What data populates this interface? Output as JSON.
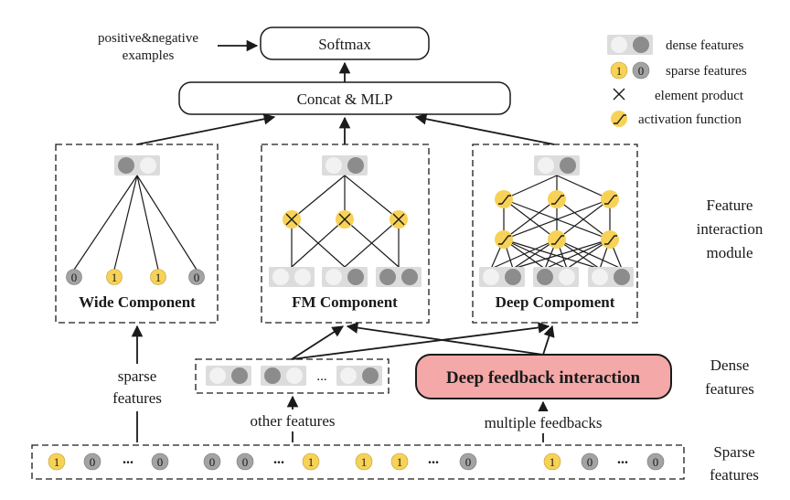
{
  "top": {
    "softmax": "Softmax",
    "concat": "Concat & MLP",
    "examples_line1": "positive&negative",
    "examples_line2": "examples"
  },
  "legend": [
    {
      "icon": "dense-pair-icon",
      "label": "dense features"
    },
    {
      "icon": "sparse-pair-icon",
      "label": "sparse features",
      "one": "1",
      "zero": "0"
    },
    {
      "icon": "element-product-icon",
      "label": "element product"
    },
    {
      "icon": "activation-function-icon",
      "label": "activation function"
    }
  ],
  "components": {
    "wide": {
      "label": "Wide Component",
      "inputs": [
        "0",
        "1",
        "1",
        "0"
      ]
    },
    "fm": {
      "label": "FM Component"
    },
    "deep": {
      "label": "Deep Compoment"
    }
  },
  "side_labels": {
    "feature_interaction": [
      "Feature",
      "interaction",
      "module"
    ],
    "dense": [
      "Dense",
      "features"
    ],
    "sparse": [
      "Sparse",
      "features"
    ]
  },
  "dense_row": {
    "ellipsis": "..."
  },
  "feedback": {
    "label": "Deep feedback interaction"
  },
  "flows": {
    "sparse_features": [
      "sparse",
      "features"
    ],
    "other_features": "other features",
    "multiple_feedbacks": "multiple feedbacks"
  },
  "sparse_row": {
    "groups": [
      [
        "1",
        "0",
        "...",
        "0"
      ],
      [
        "0",
        "0",
        "...",
        "1"
      ],
      [
        "1",
        "1",
        "...",
        "0"
      ],
      [
        "1",
        "0",
        "...",
        "0"
      ]
    ]
  },
  "colors": {
    "sparse_one": "#f7d256",
    "sparse_zero": "#a3a3a3",
    "dense_dark": "#8c8c8c",
    "dense_light": "#f2f2f2",
    "feedback_fill": "#f4a8a8"
  }
}
